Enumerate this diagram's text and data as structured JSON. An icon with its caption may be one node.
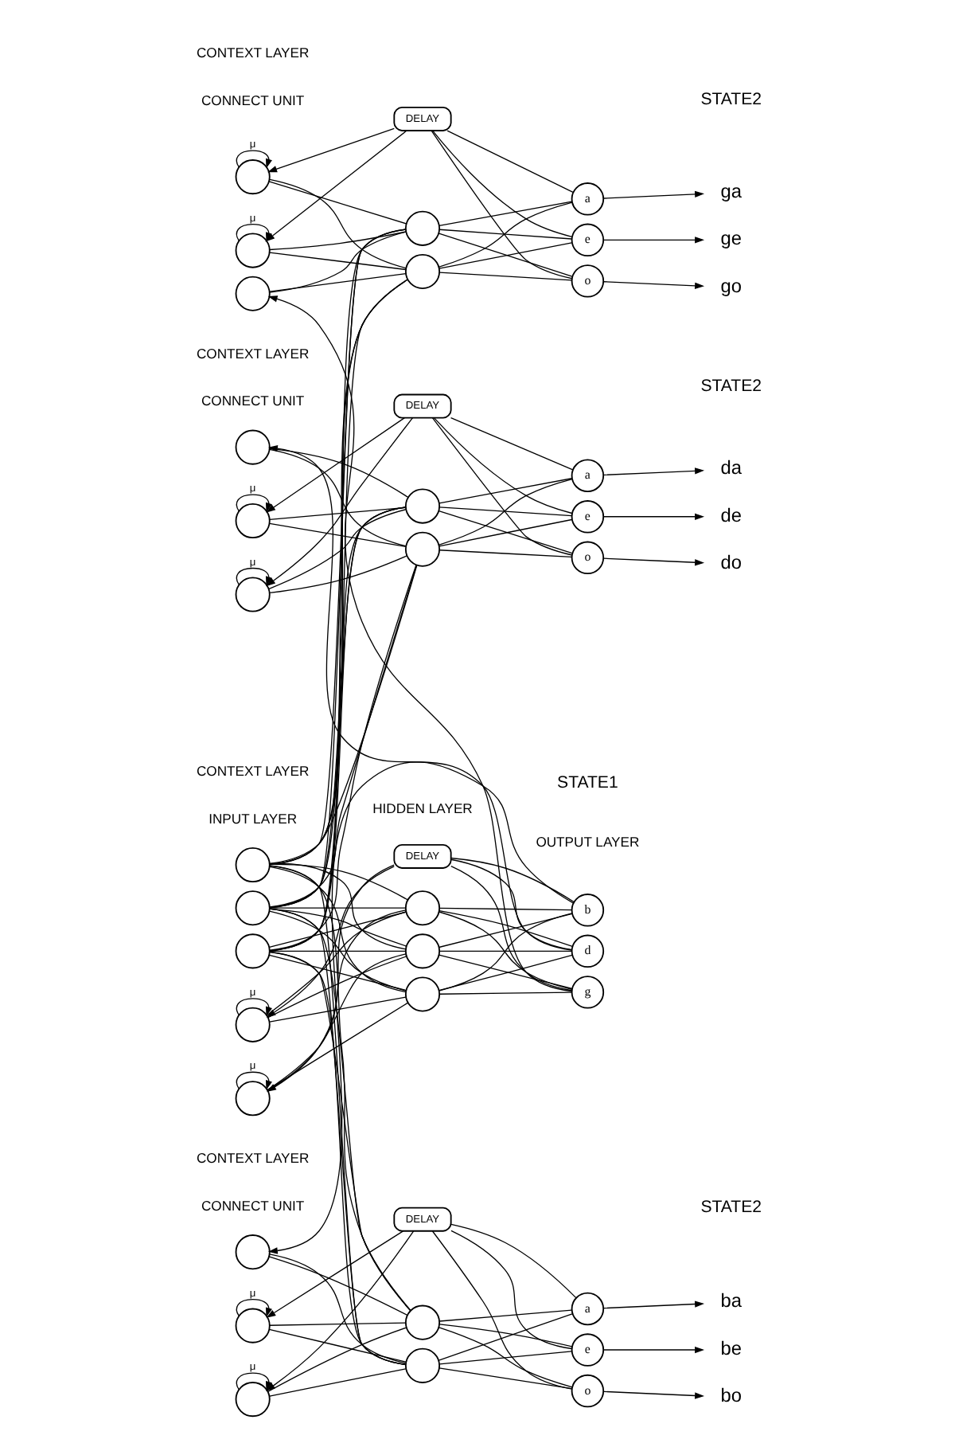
{
  "diagram": {
    "nodes": [
      {
        "text": [],
        "shape": "circle"
      },
      {
        "text": [],
        "shape": "circle"
      },
      {
        "text": [],
        "shape": "circle"
      },
      {
        "text": [],
        "shape": "circle"
      },
      {
        "text": [],
        "shape": "circle"
      },
      {
        "text": [],
        "shape": "circle"
      },
      {
        "text": [],
        "shape": "circle"
      },
      {
        "text": [],
        "shape": "circle"
      },
      {
        "text": [
          "b"
        ]
      },
      {
        "text": [
          "d"
        ]
      },
      {
        "text": [
          "g"
        ]
      },
      {
        "text": [
          "DELAY"
        ]
      },
      {
        "text": [],
        "shape": "circle"
      },
      {
        "text": [],
        "shape": "circle"
      },
      {
        "text": [],
        "shape": "circle"
      },
      {
        "text": [],
        "shape": "circle"
      },
      {
        "text": [],
        "shape": "circle"
      },
      {
        "text": [
          "a"
        ]
      },
      {
        "text": [
          "e"
        ]
      },
      {
        "text": [
          "o"
        ]
      },
      {
        "text": [
          "DELAY"
        ]
      },
      {
        "text": [
          "ba"
        ]
      },
      {
        "text": [
          "be"
        ]
      },
      {
        "text": [
          "bo"
        ]
      },
      {
        "text": [],
        "shape": "circle"
      },
      {
        "text": [],
        "shape": "circle"
      },
      {
        "text": [],
        "shape": "circle"
      },
      {
        "text": [],
        "shape": "circle"
      },
      {
        "text": [],
        "shape": "circle"
      },
      {
        "text": [
          "a"
        ]
      },
      {
        "text": [
          "e"
        ]
      },
      {
        "text": [
          "o"
        ]
      },
      {
        "text": [
          "DELAY"
        ]
      },
      {
        "text": [
          "da"
        ]
      },
      {
        "text": [
          "de"
        ]
      },
      {
        "text": [
          "do"
        ]
      },
      {
        "text": [],
        "shape": "circle"
      },
      {
        "text": [],
        "shape": "circle"
      },
      {
        "text": [],
        "shape": "circle"
      },
      {
        "text": [],
        "shape": "circle"
      },
      {
        "text": [],
        "shape": "circle"
      },
      {
        "text": [
          "a"
        ]
      },
      {
        "text": [
          "e"
        ]
      },
      {
        "text": [
          "o"
        ]
      },
      {
        "text": [
          "DELAY"
        ]
      },
      {
        "text": [
          "ga"
        ]
      },
      {
        "text": [
          "ge"
        ]
      },
      {
        "text": [
          "go"
        ]
      }
    ],
    "edges": [
      {
        "from": 3,
        "to": 3,
        "arrow": "to",
        "label": "μ"
      },
      {
        "from": 4,
        "to": 4,
        "arrow": "to",
        "label": "μ"
      },
      {
        "from": 0,
        "to": 5,
        "arrow": "none"
      },
      {
        "from": 0,
        "to": 6,
        "arrow": "none"
      },
      {
        "from": 0,
        "to": 7,
        "arrow": "none"
      },
      {
        "from": 1,
        "to": 5,
        "arrow": "none"
      },
      {
        "from": 1,
        "to": 6,
        "arrow": "none"
      },
      {
        "from": 1,
        "to": 7,
        "arrow": "none"
      },
      {
        "from": 2,
        "to": 5,
        "arrow": "none"
      },
      {
        "from": 2,
        "to": 6,
        "arrow": "none"
      },
      {
        "from": 2,
        "to": 7,
        "arrow": "none"
      },
      {
        "from": 3,
        "to": 5,
        "arrow": "none"
      },
      {
        "from": 3,
        "to": 6,
        "arrow": "none"
      },
      {
        "from": 3,
        "to": 7,
        "arrow": "none"
      },
      {
        "from": 4,
        "to": 5,
        "arrow": "none"
      },
      {
        "from": 4,
        "to": 6,
        "arrow": "none"
      },
      {
        "from": 4,
        "to": 7,
        "arrow": "none"
      },
      {
        "from": 5,
        "to": 8,
        "arrow": "none"
      },
      {
        "from": 5,
        "to": 9,
        "arrow": "none"
      },
      {
        "from": 5,
        "to": 10,
        "arrow": "none"
      },
      {
        "from": 6,
        "to": 8,
        "arrow": "none"
      },
      {
        "from": 6,
        "to": 9,
        "arrow": "none"
      },
      {
        "from": 6,
        "to": 10,
        "arrow": "none"
      },
      {
        "from": 7,
        "to": 8,
        "arrow": "none"
      },
      {
        "from": 7,
        "to": 9,
        "arrow": "none"
      },
      {
        "from": 7,
        "to": 10,
        "arrow": "none"
      },
      {
        "from": 8,
        "to": 11,
        "arrow": "none"
      },
      {
        "from": 9,
        "to": 11,
        "arrow": "none"
      },
      {
        "from": 10,
        "to": 11,
        "arrow": "none"
      },
      {
        "from": 11,
        "to": 3,
        "arrow": "to"
      },
      {
        "from": 11,
        "to": 4,
        "arrow": "to"
      },
      {
        "from": 8,
        "to": 12,
        "arrow": "to"
      },
      {
        "from": 9,
        "to": 24,
        "arrow": "to"
      },
      {
        "from": 10,
        "to": 36,
        "arrow": "to"
      },
      {
        "from": 0,
        "to": 15,
        "arrow": "none"
      },
      {
        "from": 0,
        "to": 16,
        "arrow": "none"
      },
      {
        "from": 0,
        "to": 27,
        "arrow": "none"
      },
      {
        "from": 0,
        "to": 28,
        "arrow": "none"
      },
      {
        "from": 0,
        "to": 39,
        "arrow": "none"
      },
      {
        "from": 0,
        "to": 40,
        "arrow": "none"
      },
      {
        "from": 1,
        "to": 15,
        "arrow": "none"
      },
      {
        "from": 1,
        "to": 16,
        "arrow": "none"
      },
      {
        "from": 1,
        "to": 27,
        "arrow": "none"
      },
      {
        "from": 1,
        "to": 28,
        "arrow": "none"
      },
      {
        "from": 1,
        "to": 39,
        "arrow": "none"
      },
      {
        "from": 1,
        "to": 40,
        "arrow": "none"
      },
      {
        "from": 2,
        "to": 15,
        "arrow": "none"
      },
      {
        "from": 2,
        "to": 16,
        "arrow": "none"
      },
      {
        "from": 2,
        "to": 27,
        "arrow": "none"
      },
      {
        "from": 2,
        "to": 28,
        "arrow": "none"
      },
      {
        "from": 2,
        "to": 39,
        "arrow": "none"
      },
      {
        "from": 2,
        "to": 40,
        "arrow": "none"
      },
      {
        "from": 13,
        "to": 13,
        "arrow": "to",
        "label": "μ"
      },
      {
        "from": 14,
        "to": 14,
        "arrow": "to",
        "label": "μ"
      },
      {
        "from": 12,
        "to": 15,
        "arrow": "none"
      },
      {
        "from": 12,
        "to": 16,
        "arrow": "none"
      },
      {
        "from": 13,
        "to": 15,
        "arrow": "none"
      },
      {
        "from": 13,
        "to": 16,
        "arrow": "none"
      },
      {
        "from": 14,
        "to": 15,
        "arrow": "none"
      },
      {
        "from": 14,
        "to": 16,
        "arrow": "none"
      },
      {
        "from": 15,
        "to": 17,
        "arrow": "none"
      },
      {
        "from": 15,
        "to": 18,
        "arrow": "none"
      },
      {
        "from": 15,
        "to": 19,
        "arrow": "none"
      },
      {
        "from": 16,
        "to": 17,
        "arrow": "none"
      },
      {
        "from": 16,
        "to": 18,
        "arrow": "none"
      },
      {
        "from": 16,
        "to": 19,
        "arrow": "none"
      },
      {
        "from": 17,
        "to": 20,
        "arrow": "none"
      },
      {
        "from": 18,
        "to": 20,
        "arrow": "none"
      },
      {
        "from": 19,
        "to": 20,
        "arrow": "none"
      },
      {
        "from": 20,
        "to": 13,
        "arrow": "to"
      },
      {
        "from": 20,
        "to": 14,
        "arrow": "to"
      },
      {
        "from": 17,
        "to": 21,
        "arrow": "to"
      },
      {
        "from": 18,
        "to": 22,
        "arrow": "to"
      },
      {
        "from": 19,
        "to": 23,
        "arrow": "to"
      },
      {
        "from": 25,
        "to": 25,
        "arrow": "to",
        "label": "μ"
      },
      {
        "from": 26,
        "to": 26,
        "arrow": "to",
        "label": "μ"
      },
      {
        "from": 24,
        "to": 27,
        "arrow": "none"
      },
      {
        "from": 24,
        "to": 28,
        "arrow": "none"
      },
      {
        "from": 25,
        "to": 27,
        "arrow": "none"
      },
      {
        "from": 25,
        "to": 28,
        "arrow": "none"
      },
      {
        "from": 26,
        "to": 27,
        "arrow": "none"
      },
      {
        "from": 26,
        "to": 28,
        "arrow": "none"
      },
      {
        "from": 27,
        "to": 29,
        "arrow": "none"
      },
      {
        "from": 27,
        "to": 30,
        "arrow": "none"
      },
      {
        "from": 27,
        "to": 31,
        "arrow": "none"
      },
      {
        "from": 28,
        "to": 29,
        "arrow": "none"
      },
      {
        "from": 28,
        "to": 30,
        "arrow": "none"
      },
      {
        "from": 28,
        "to": 31,
        "arrow": "none"
      },
      {
        "from": 29,
        "to": 32,
        "arrow": "none"
      },
      {
        "from": 30,
        "to": 32,
        "arrow": "none"
      },
      {
        "from": 31,
        "to": 32,
        "arrow": "none"
      },
      {
        "from": 32,
        "to": 25,
        "arrow": "to"
      },
      {
        "from": 32,
        "to": 26,
        "arrow": "to"
      },
      {
        "from": 29,
        "to": 33,
        "arrow": "to"
      },
      {
        "from": 30,
        "to": 34,
        "arrow": "to"
      },
      {
        "from": 31,
        "to": 35,
        "arrow": "to"
      },
      {
        "from": 37,
        "to": 37,
        "arrow": "to",
        "label": "μ"
      },
      {
        "from": 38,
        "to": 38,
        "arrow": "to",
        "label": "μ"
      },
      {
        "from": 36,
        "to": 39,
        "arrow": "none"
      },
      {
        "from": 36,
        "to": 40,
        "arrow": "none"
      },
      {
        "from": 37,
        "to": 39,
        "arrow": "none"
      },
      {
        "from": 37,
        "to": 40,
        "arrow": "none"
      },
      {
        "from": 38,
        "to": 39,
        "arrow": "none"
      },
      {
        "from": 38,
        "to": 40,
        "arrow": "none"
      },
      {
        "from": 39,
        "to": 41,
        "arrow": "none"
      },
      {
        "from": 39,
        "to": 42,
        "arrow": "none"
      },
      {
        "from": 39,
        "to": 43,
        "arrow": "none"
      },
      {
        "from": 40,
        "to": 41,
        "arrow": "none"
      },
      {
        "from": 40,
        "to": 42,
        "arrow": "none"
      },
      {
        "from": 40,
        "to": 43,
        "arrow": "none"
      },
      {
        "from": 41,
        "to": 44,
        "arrow": "none"
      },
      {
        "from": 42,
        "to": 44,
        "arrow": "none"
      },
      {
        "from": 43,
        "to": 44,
        "arrow": "none"
      },
      {
        "from": 44,
        "to": 37,
        "arrow": "to"
      },
      {
        "from": 44,
        "to": 38,
        "arrow": "to"
      },
      {
        "from": 41,
        "to": 45,
        "arrow": "to"
      },
      {
        "from": 42,
        "to": 46,
        "arrow": "to"
      },
      {
        "from": 43,
        "to": 47,
        "arrow": "to"
      }
    ],
    "labels": [
      "INPUT LAYER",
      "HIDDEN LAYER",
      "OUTPUT LAYER",
      "CONTEXT LAYER",
      "STATE1",
      "CONNECT UNIT",
      "CONTEXT LAYER",
      "STATE2",
      "CONNECT UNIT",
      "CONTEXT LAYER",
      "STATE2",
      "CONNECT UNIT",
      "CONTEXT LAYER",
      "STATE2"
    ]
  }
}
